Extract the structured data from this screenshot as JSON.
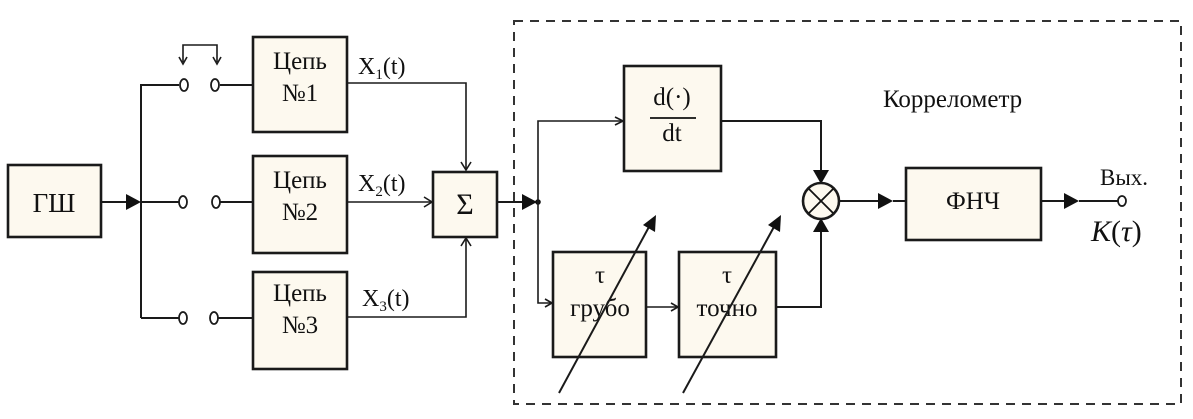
{
  "diagram": {
    "type": "block-diagram",
    "blocks": {
      "noise_generator": {
        "label": "ГШ"
      },
      "circuit1": {
        "line1": "Цепь",
        "line2": "№1"
      },
      "circuit2": {
        "line1": "Цепь",
        "line2": "№2"
      },
      "circuit3": {
        "line1": "Цепь",
        "line2": "№3"
      },
      "summator": {
        "label": "Σ"
      },
      "differentiator": {
        "numerator": "d(·)",
        "denominator": "dt"
      },
      "delay_coarse": {
        "symbol": "τ",
        "label": "грубо"
      },
      "delay_fine": {
        "symbol": "τ",
        "label": "точно"
      },
      "multiplier": {
        "label": "×"
      },
      "lpf": {
        "label": "ФНЧ"
      }
    },
    "signals": {
      "x1": {
        "name": "X",
        "sub": "1",
        "arg": "(t)"
      },
      "x2": {
        "name": "X",
        "sub": "2",
        "arg": "(t)"
      },
      "x3": {
        "name": "X",
        "sub": "3",
        "arg": "(t)"
      }
    },
    "correlometer_label": "Коррелометр",
    "output": {
      "label": "Вых.",
      "func": "K",
      "arg": "τ"
    }
  }
}
